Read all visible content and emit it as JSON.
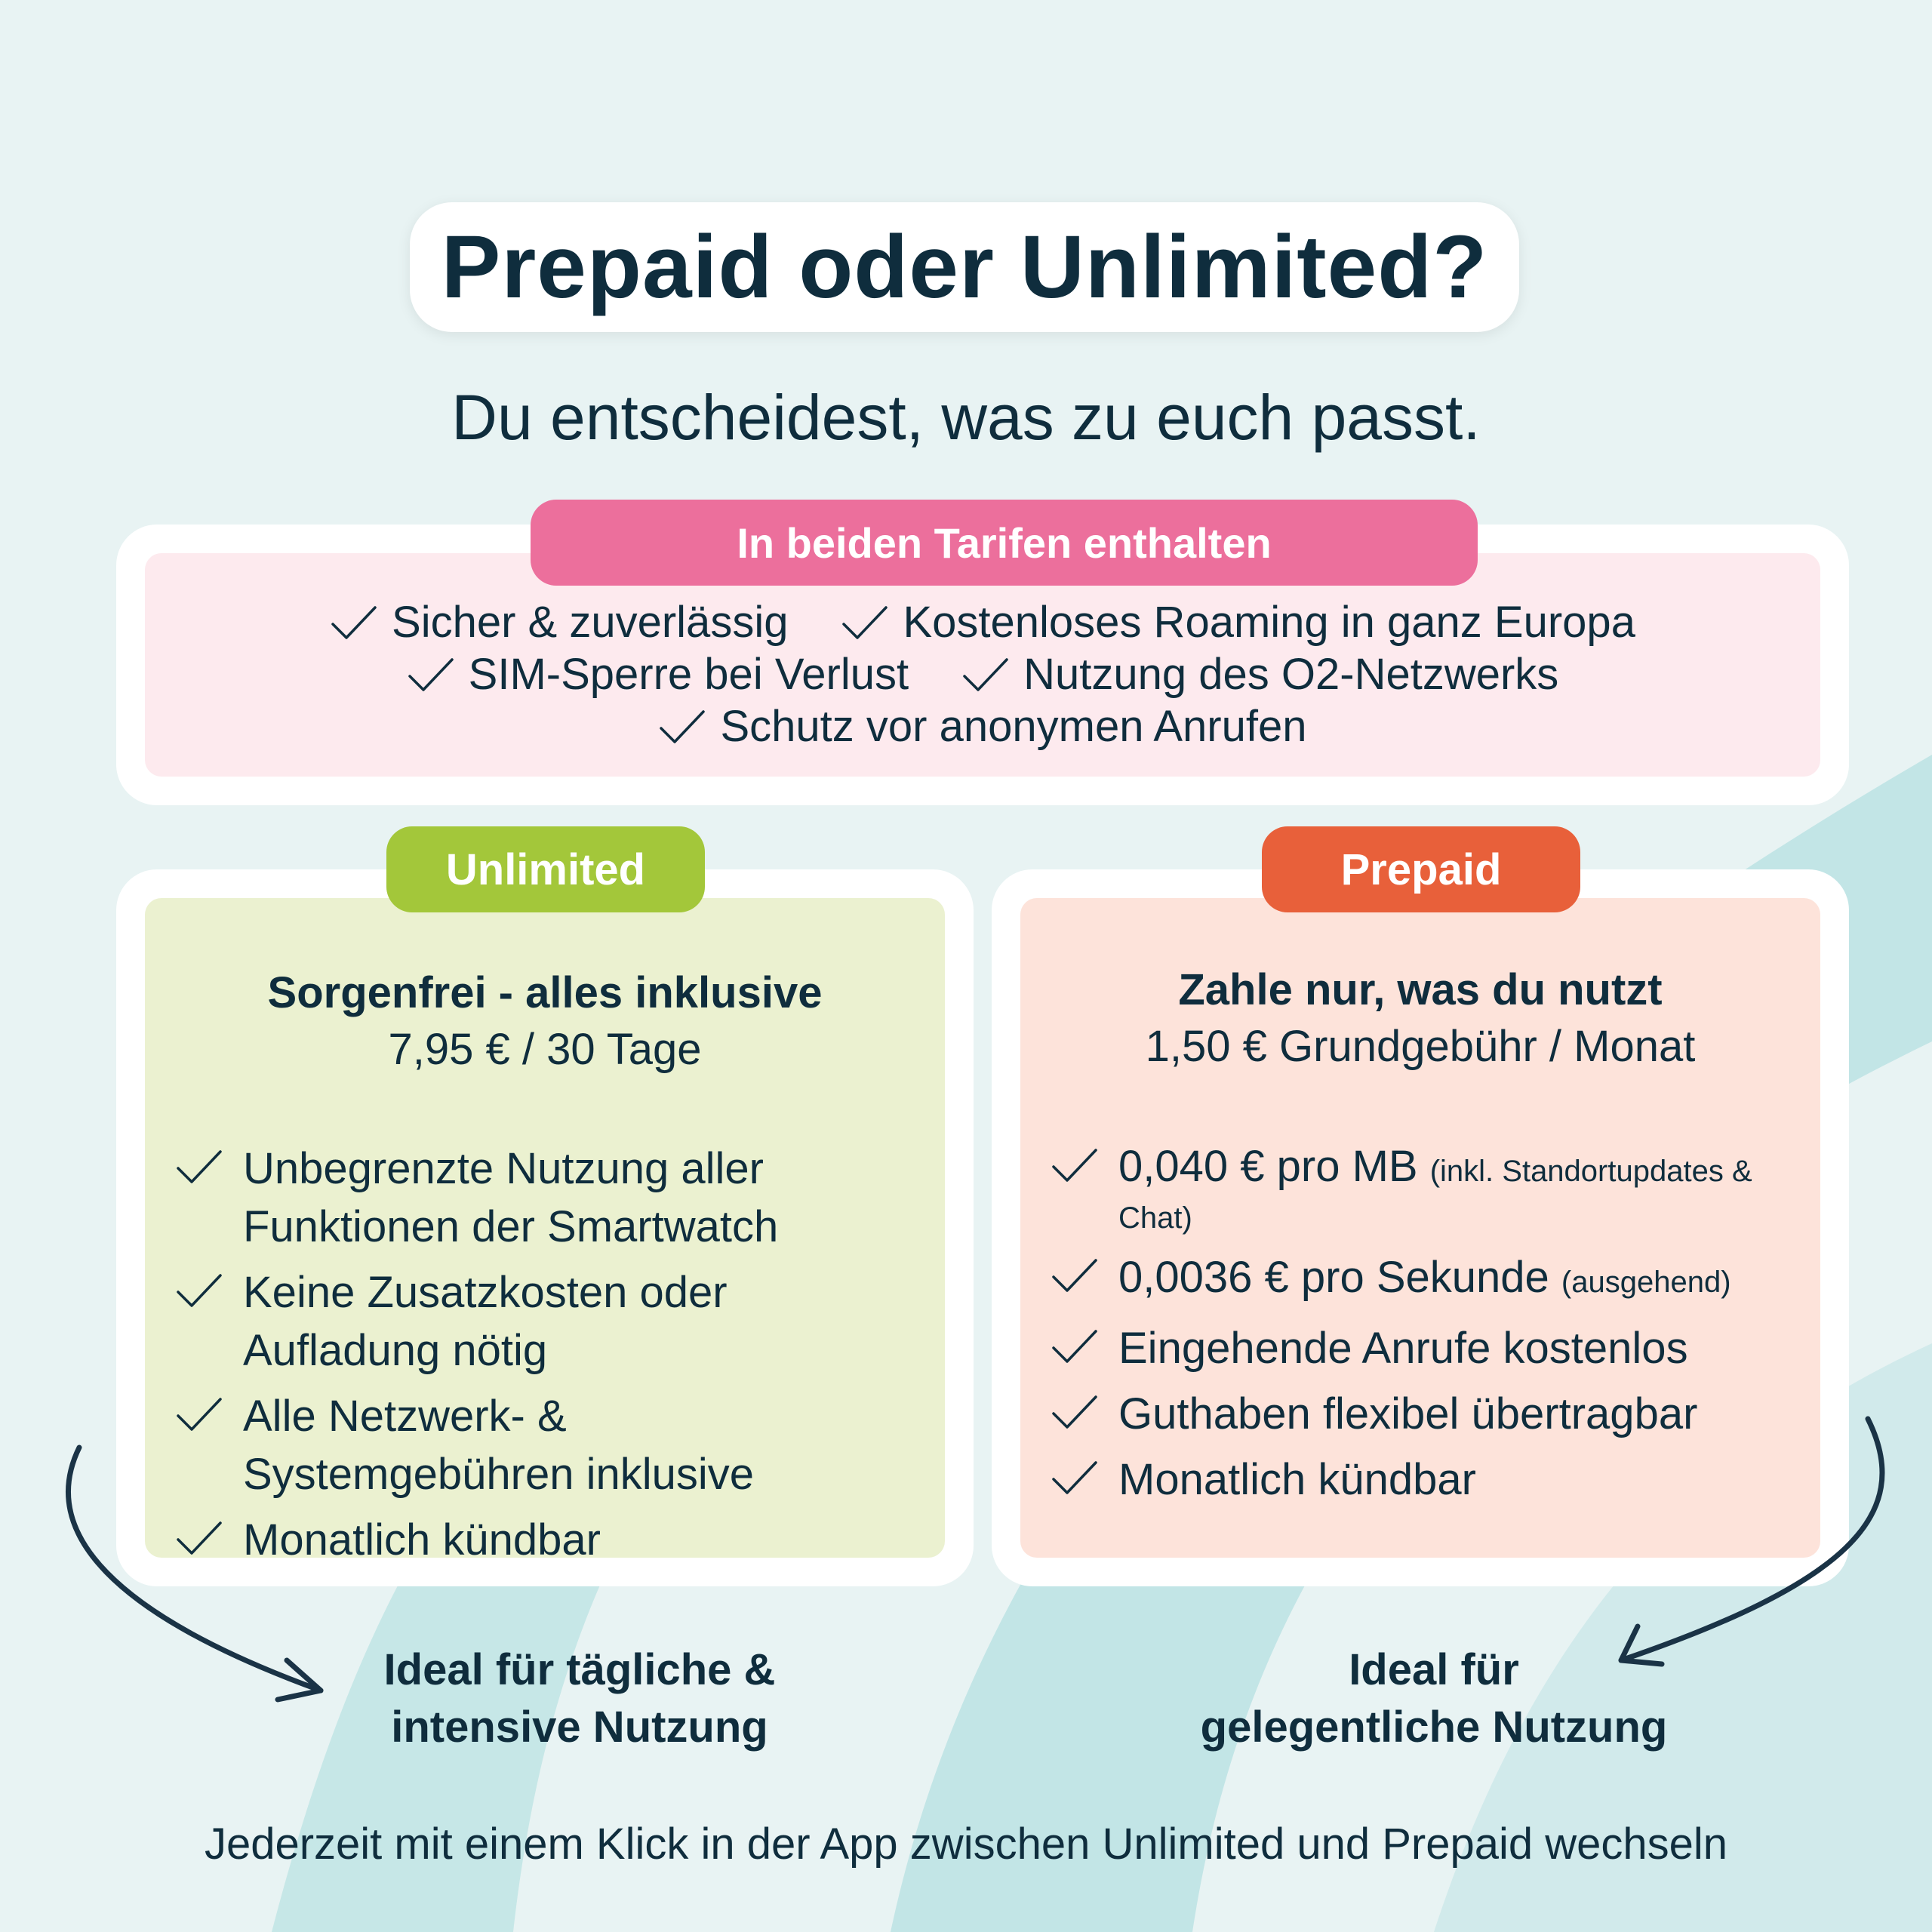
{
  "title": "Prepaid oder Unlimited?",
  "subtitle": "Du entscheidest, was zu euch passt.",
  "common": {
    "badge": "In beiden Tarifen enthalten",
    "features": [
      "Sicher & zuverlässig",
      "Kostenloses Roaming in ganz Europa",
      "SIM-Sperre bei Verlust",
      "Nutzung des O2-Netzwerks",
      "Schutz vor anonymen Anrufen"
    ]
  },
  "unlimited": {
    "badge": "Unlimited",
    "headline": "Sorgenfrei - alles inklusive",
    "price": "7,95 € / 30 Tage",
    "features": [
      "Unbegrenzte Nutzung aller Funktionen der Smartwatch",
      "Keine Zusatzkosten oder Aufladung nötig",
      "Alle Netzwerk- & Systemgebühren inklusive",
      "Monatlich kündbar"
    ],
    "ideal_line1": "Ideal für tägliche &",
    "ideal_line2": "intensive Nutzung"
  },
  "prepaid": {
    "badge": "Prepaid",
    "headline": "Zahle nur, was du nutzt",
    "price": "1,50 € Grundgebühr / Monat",
    "features": [
      {
        "main": "0,040 € pro MB",
        "note": "(inkl. Standortupdates & Chat)"
      },
      {
        "main": "0,0036 € pro Sekunde",
        "note": "(ausgehend)"
      },
      {
        "main": "Eingehende Anrufe kostenlos",
        "note": ""
      },
      {
        "main": "Guthaben flexibel übertragbar",
        "note": ""
      },
      {
        "main": "Monatlich kündbar",
        "note": ""
      }
    ],
    "ideal_line1": "Ideal für",
    "ideal_line2": "gelegentliche Nutzung"
  },
  "footer": "Jederzeit mit einem Klick in der App zwischen Unlimited und Prepaid wechseln",
  "colors": {
    "background": "#e8f3f3",
    "swoosh": "#c2e5e6",
    "text": "#0f2d3d",
    "pink_badge": "#ec6f9c",
    "pink_panel": "#fdeaee",
    "green_badge": "#a3c73a",
    "green_panel": "#ebf1d0",
    "orange_badge": "#e8603a",
    "orange_panel": "#fde3da"
  },
  "icons": [
    "check-icon",
    "curved-arrow-icon"
  ]
}
